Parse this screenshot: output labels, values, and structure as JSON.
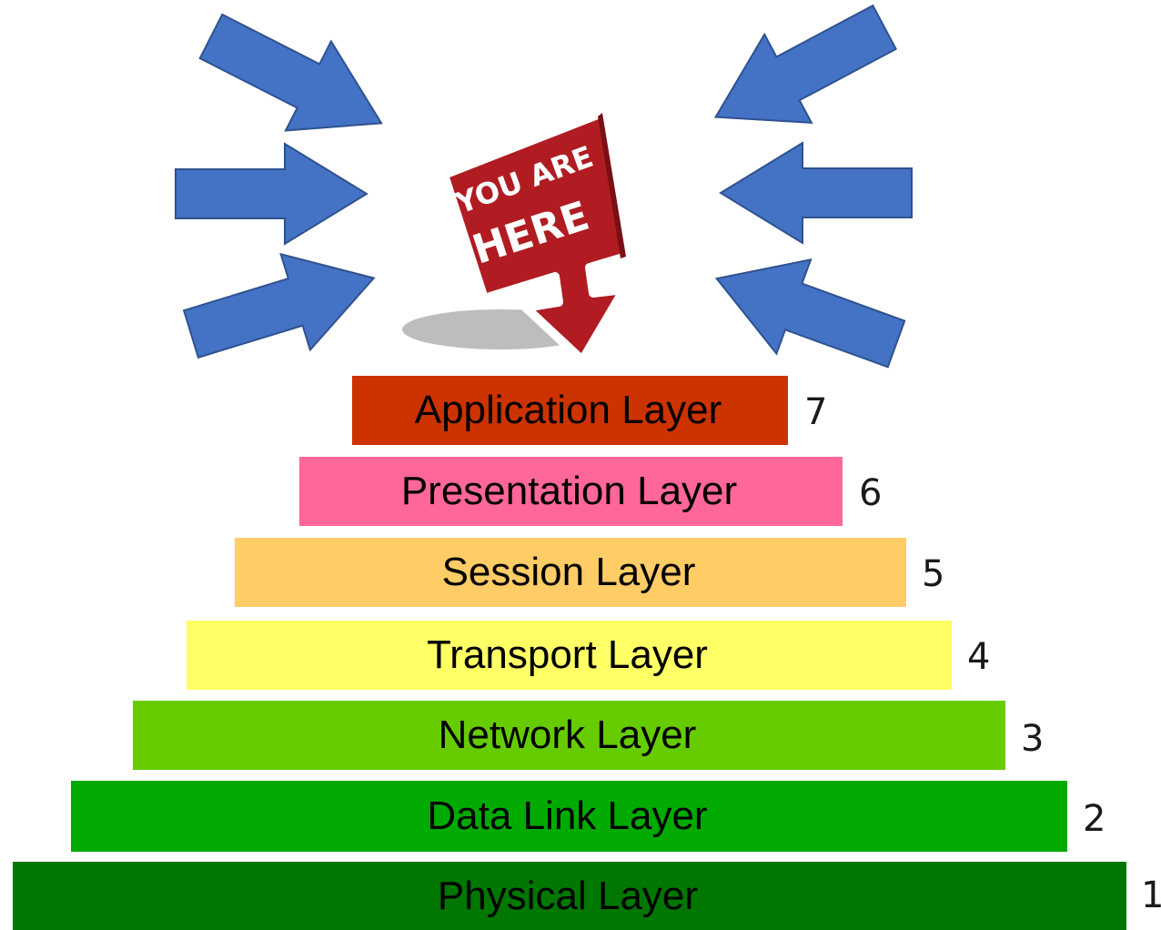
{
  "sign": {
    "line1": "YOU ARE",
    "line2": "HERE",
    "color": "#b01c22",
    "shadow_color": "#bdbdbd"
  },
  "arrows": {
    "color": "#4472c4",
    "edge_color": "#2f528f",
    "count": 6
  },
  "layers": [
    {
      "number": "7",
      "label": "Application Layer",
      "color": "#cc3300"
    },
    {
      "number": "6",
      "label": "Presentation Layer",
      "color": "#ff6699"
    },
    {
      "number": "5",
      "label": "Session Layer",
      "color": "#ffcc66"
    },
    {
      "number": "4",
      "label": "Transport Layer",
      "color": "#ffff66"
    },
    {
      "number": "3",
      "label": "Network Layer",
      "color": "#66cc00"
    },
    {
      "number": "2",
      "label": "Data Link Layer",
      "color": "#00aa00"
    },
    {
      "number": "1",
      "label": "Physical Layer",
      "color": "#007700"
    }
  ]
}
